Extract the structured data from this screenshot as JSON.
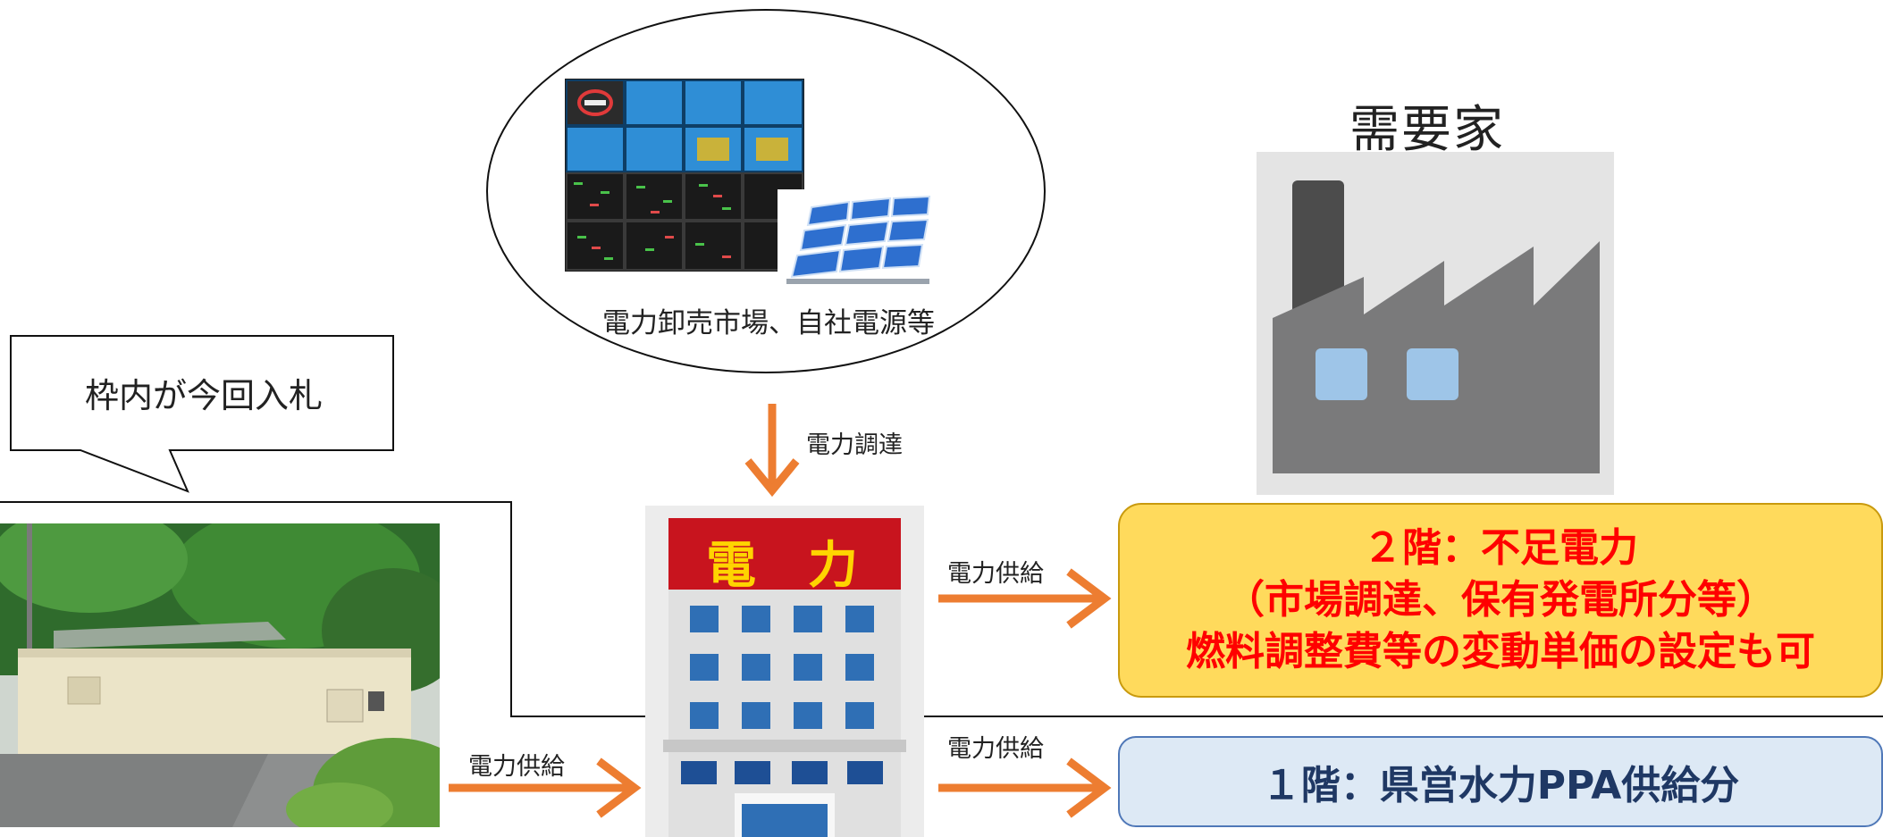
{
  "market": {
    "label": "電力卸売市場、自社電源等"
  },
  "customer": {
    "title": "需要家"
  },
  "callout": {
    "text": "枠内が今回入札"
  },
  "building": {
    "sign_left": "電",
    "sign_right": "力"
  },
  "flows": {
    "procurement": "電力調達",
    "supply_to_tier2": "電力供給",
    "supply_to_tier1": "電力供給",
    "supply_from_hydro": "電力供給"
  },
  "tiers": {
    "tier2": {
      "line1": "２階：不足電力",
      "line2": "（市場調達、保有発電所分等）",
      "line3": "燃料調整費等の変動単価の設定も可"
    },
    "tier1": {
      "label": "１階：県営水力PPA供給分"
    }
  },
  "colors": {
    "arrow": "#ed7d31",
    "tier2_fill": "#ffda5c",
    "tier2_text": "#ff0000",
    "tier1_fill": "#dde9f5",
    "tier1_text": "#1f3864",
    "building_sign": "#c8141e"
  }
}
